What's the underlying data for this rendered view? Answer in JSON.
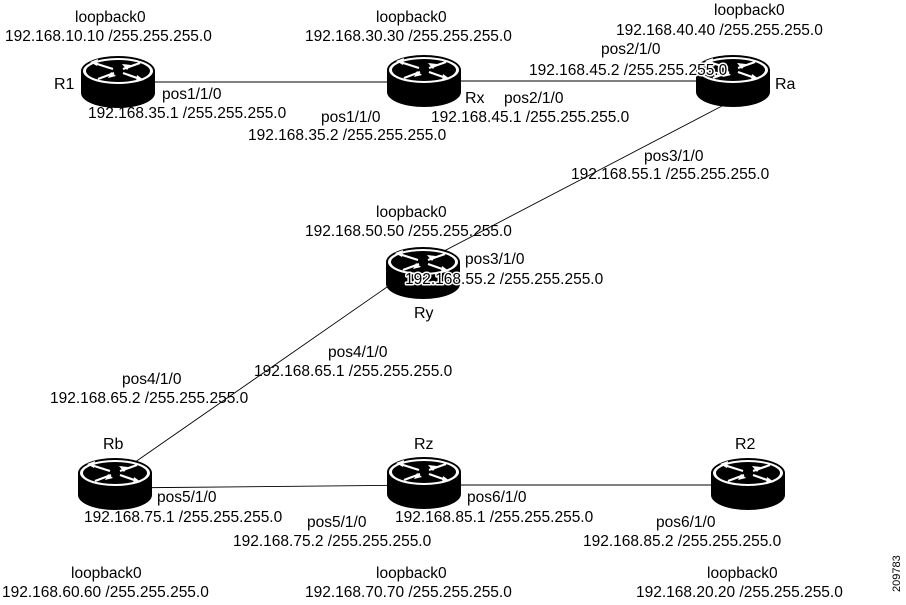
{
  "routers": {
    "r1": {
      "name": "R1",
      "loopback_label": "loopback0",
      "loopback_address": "192.168.10.10  /255.255.255.0",
      "if_a_name": "pos1/1/0",
      "if_a_address": "192.168.35.1  /255.255.255.0"
    },
    "rx": {
      "name": "Rx",
      "loopback_label": "loopback0",
      "loopback_address": "192.168.30.30  /255.255.255.0",
      "if_a_name": "pos1/1/0",
      "if_a_address": "192.168.35.2  /255.255.255.0",
      "if_b_name": "pos2/1/0",
      "if_b_address": "192.168.45.1  /255.255.255.0"
    },
    "ra": {
      "name": "Ra",
      "loopback_label": "loopback0",
      "loopback_address": "192.168.40.40  /255.255.255.0",
      "if_a_name": "pos2/1/0",
      "if_a_address": "192.168.45.2  /255.255.255.0",
      "if_b_name": "pos3/1/0",
      "if_b_address": "192.168.55.1  /255.255.255.0"
    },
    "ry": {
      "name": "Ry",
      "loopback_label": "loopback0",
      "loopback_address": "192.168.50.50  /255.255.255.0",
      "if_a_name": "pos3/1/0",
      "if_a_address": "192.168.55.2  /255.255.255.0",
      "if_b_name": "pos4/1/0",
      "if_b_address": "192.168.65.1  /255.255.255.0"
    },
    "rb": {
      "name": "Rb",
      "loopback_label": "loopback0",
      "loopback_address": "192.168.60.60  /255.255.255.0",
      "if_a_name": "pos4/1/0",
      "if_a_address": "192.168.65.2  /255.255.255.0",
      "if_b_name": "pos5/1/0",
      "if_b_address": "192.168.75.1  /255.255.255.0"
    },
    "rz": {
      "name": "Rz",
      "loopback_label": "loopback0",
      "loopback_address": "192.168.70.70  /255.255.255.0",
      "if_a_name": "pos5/1/0",
      "if_a_address": "192.168.75.2  /255.255.255.0",
      "if_b_name": "pos6/1/0",
      "if_b_address": "192.168.85.1  /255.255.255.0"
    },
    "r2": {
      "name": "R2",
      "loopback_label": "loopback0",
      "loopback_address": "192.168.20.20  /255.255.255.0",
      "if_a_name": "pos6/1/0",
      "if_a_address": "192.168.85.2  /255.255.255.0"
    }
  },
  "figure_number": "209783",
  "colors": {
    "router_top": "#ffffff",
    "router_body": "#000000",
    "line": "#000000"
  }
}
